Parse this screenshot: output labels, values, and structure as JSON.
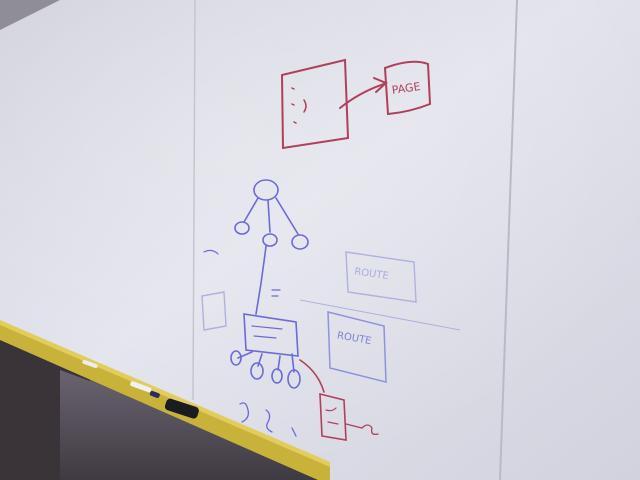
{
  "scene": {
    "description_free": true,
    "colors": {
      "board": "#dcdde6",
      "board_shadow": "#c2c3cf",
      "wall_left": "#8d8c97",
      "tray": "#c8b23a",
      "ink_red": "#b0405a",
      "ink_blue": "#6a6ad8",
      "ink_faint": "#a9aede"
    }
  },
  "whiteboard": {
    "labels": {
      "page": "PAGE",
      "route_upper": "ROUTE",
      "route_lower": "ROUTE"
    }
  }
}
